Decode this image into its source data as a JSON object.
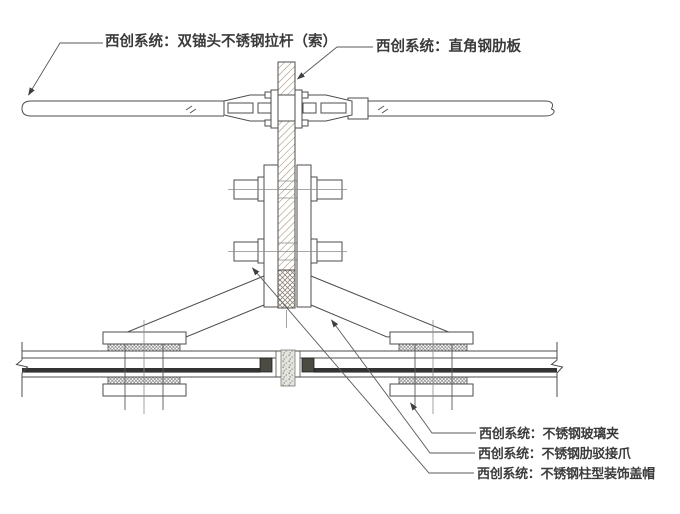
{
  "drawing": {
    "labels": {
      "top_left": "西创系统：双锚头不锈钢拉杆（索）",
      "top_right": "西创系统：直角钢肋板",
      "bottom_glass_clamp": "西创系统：不锈钢玻璃夹",
      "bottom_spider": "西创系统：不锈钢肋驳接爪",
      "bottom_cap": "西创系统：不锈钢柱型装饰盖帽"
    },
    "colors": {
      "line": "#4d4d4d",
      "text": "#3b3b3b",
      "hatch_stroke": "#a28f7b",
      "dark_fill": "#333333",
      "background": "#ffffff"
    }
  }
}
